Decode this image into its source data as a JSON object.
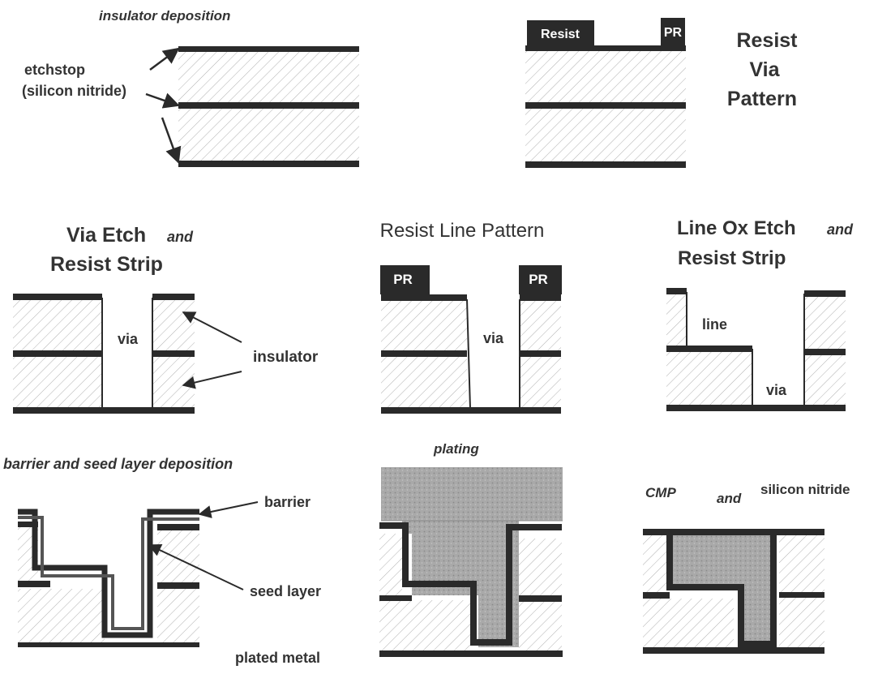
{
  "colors": {
    "layer": "#2a2a2a",
    "hatch": "#9a9a9a",
    "metal": "#a7a7a7",
    "text": "#333333"
  },
  "panels": {
    "insulator_deposition": {
      "title": "insulator deposition",
      "callout_line1": "etchstop",
      "callout_line2": "(silicon nitride)"
    },
    "resist_via_pattern": {
      "title_line1": "Resist",
      "title_line2": "Via",
      "title_line3": "Pattern",
      "left_block": "Resist",
      "right_block": "PR"
    },
    "via_etch": {
      "title_main": "Via Etch",
      "title_and": "and",
      "title_line2": "Resist Strip",
      "via_label": "via",
      "insulator_label": "insulator"
    },
    "resist_line_pattern": {
      "title": "Resist Line Pattern",
      "left_block": "PR",
      "right_block": "PR",
      "via_label": "via"
    },
    "line_ox_etch": {
      "title_main": "Line Ox Etch",
      "title_and": "and",
      "title_line2": "Resist Strip",
      "line_label": "line",
      "via_label": "via"
    },
    "barrier_seed": {
      "title": "barrier and seed layer deposition",
      "barrier_label": "barrier",
      "seed_label": "seed layer",
      "plated_label": "plated metal"
    },
    "plating": {
      "title": "plating"
    },
    "cmp": {
      "title_cmp": "CMP",
      "title_and": "and",
      "title_nitride": "silicon nitride"
    }
  }
}
